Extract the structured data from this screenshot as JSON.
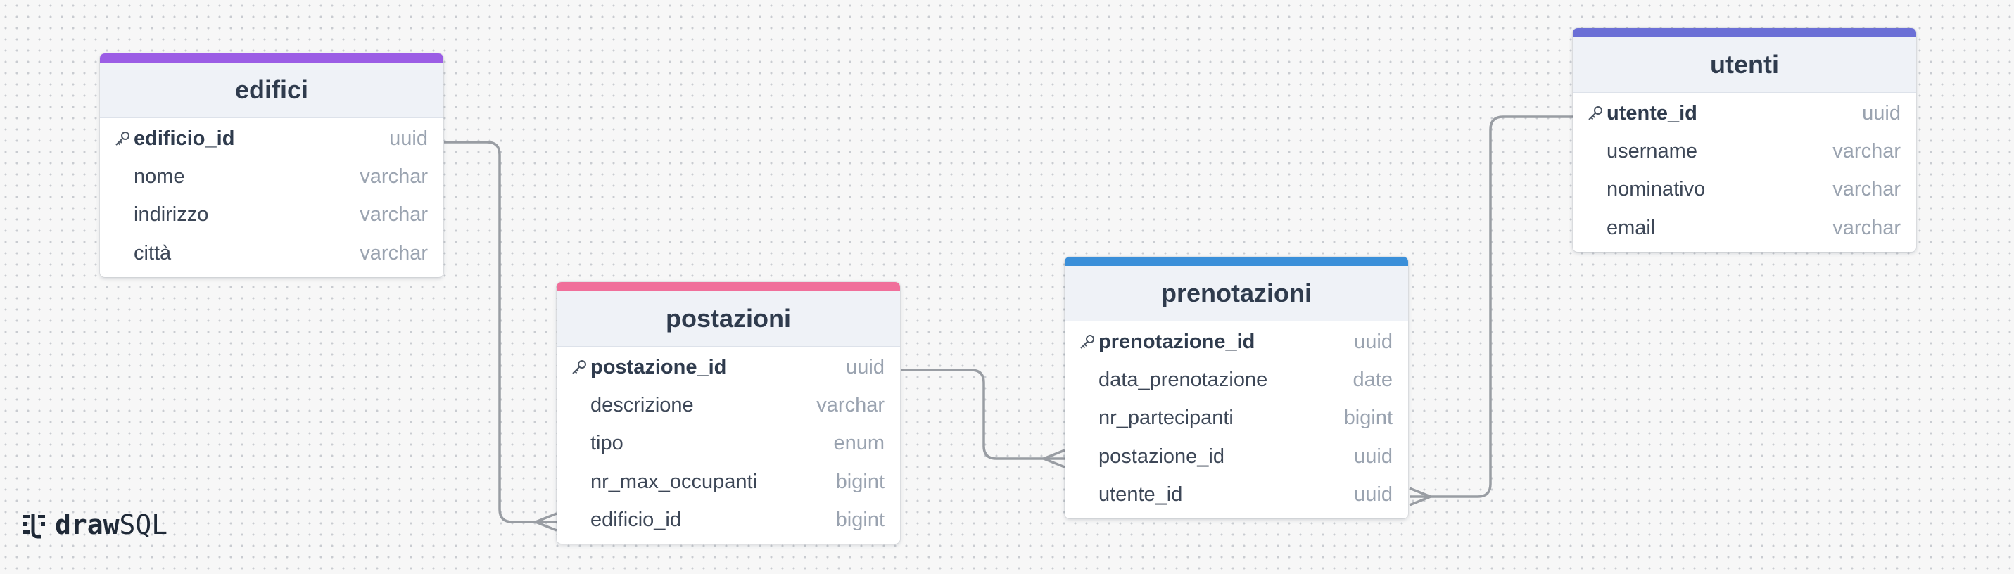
{
  "tables": [
    {
      "name": "edifici",
      "color": "#9b5de5",
      "columns": [
        {
          "name": "edificio_id",
          "type": "uuid",
          "pk": true
        },
        {
          "name": "nome",
          "type": "varchar"
        },
        {
          "name": "indirizzo",
          "type": "varchar"
        },
        {
          "name": "città",
          "type": "varchar"
        }
      ]
    },
    {
      "name": "postazioni",
      "color": "#f06f9a",
      "columns": [
        {
          "name": "postazione_id",
          "type": "uuid",
          "pk": true
        },
        {
          "name": "descrizione",
          "type": "varchar"
        },
        {
          "name": "tipo",
          "type": "enum"
        },
        {
          "name": "nr_max_occupanti",
          "type": "bigint"
        },
        {
          "name": "edificio_id",
          "type": "bigint"
        }
      ]
    },
    {
      "name": "prenotazioni",
      "color": "#3a8fd9",
      "columns": [
        {
          "name": "prenotazione_id",
          "type": "uuid",
          "pk": true
        },
        {
          "name": "data_prenotazione",
          "type": "date"
        },
        {
          "name": "nr_partecipanti",
          "type": "bigint"
        },
        {
          "name": "postazione_id",
          "type": "uuid"
        },
        {
          "name": "utente_id",
          "type": "uuid"
        }
      ]
    },
    {
      "name": "utenti",
      "color": "#6b6fd6",
      "columns": [
        {
          "name": "utente_id",
          "type": "uuid",
          "pk": true
        },
        {
          "name": "username",
          "type": "varchar"
        },
        {
          "name": "nominativo",
          "type": "varchar"
        },
        {
          "name": "email",
          "type": "varchar"
        }
      ]
    }
  ],
  "relations": [
    {
      "from": "edifici.edificio_id",
      "to": "postazioni.edificio_id",
      "cardinality": "one-to-many"
    },
    {
      "from": "postazioni.postazione_id",
      "to": "prenotazioni.postazione_id",
      "cardinality": "one-to-many"
    },
    {
      "from": "utenti.utente_id",
      "to": "prenotazioni.utente_id",
      "cardinality": "one-to-many"
    }
  ],
  "logo": {
    "bold": "draw",
    "light": "SQL"
  }
}
